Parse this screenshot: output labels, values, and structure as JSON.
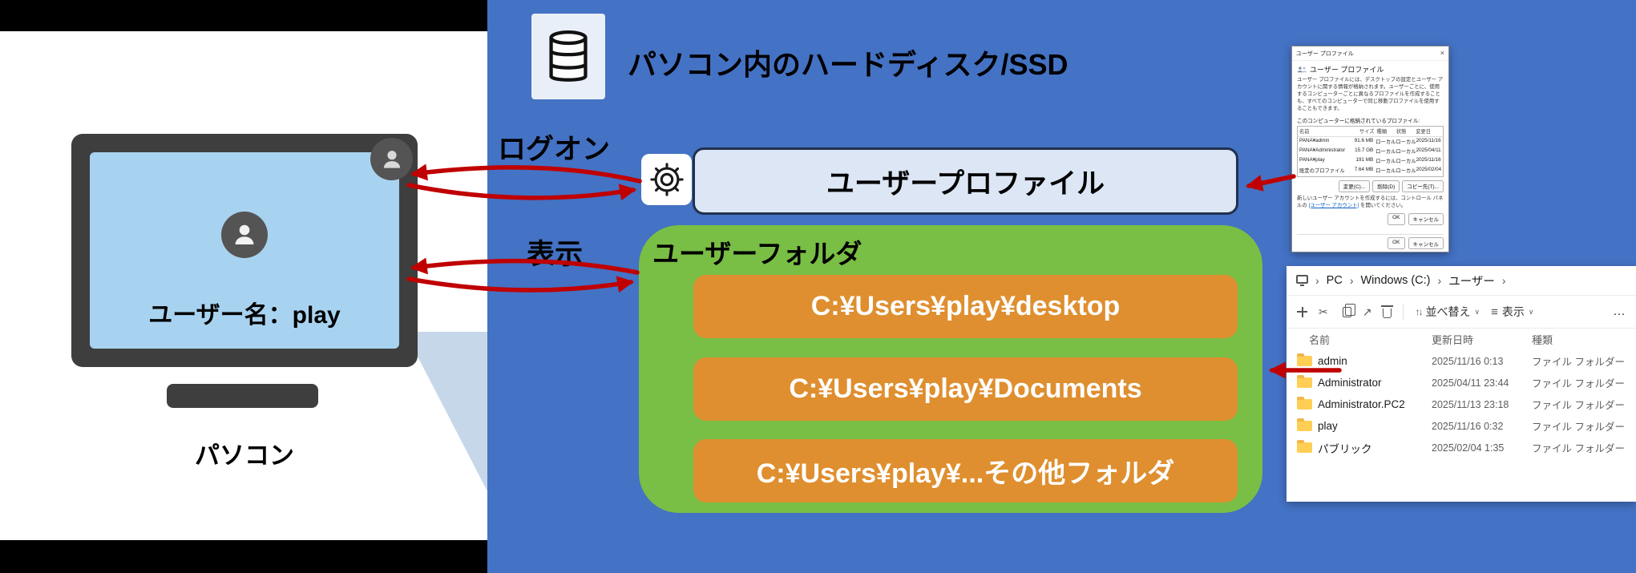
{
  "colors": {
    "panel_blue": "#4472C4",
    "green_box": "#79BE45",
    "orange_pill": "#DF8F2F",
    "arrow_red": "#C00000",
    "profile_box_fill": "#DCE6F5",
    "monitor_screen": "#A8D3F0"
  },
  "pc": {
    "label": "パソコン",
    "user_name": "ユーザー名：play"
  },
  "storage": {
    "title": "パソコン内のハードディスク/SSD",
    "logon_label": "ログオン",
    "display_label": "表示",
    "profile_box_label": "ユーザープロファイル",
    "user_folder_label": "ユーザーフォルダ",
    "folders": [
      "C:¥Users¥play¥desktop",
      "C:¥Users¥play¥Documents",
      "C:¥Users¥play¥...その他フォルダ"
    ]
  },
  "profiles_dialog": {
    "window_title": "ユーザー プロファイル",
    "close_glyph": "×",
    "heading": "ユーザー プロファイル",
    "description": "ユーザー プロファイルには、デスクトップの設定とユーザー アカウントに関する情報が格納されます。ユーザーごとに、使用するコンピューターごとに異なるプロファイルを作成することも、すべてのコンピューターで同じ移動プロファイルを使用することもできます。",
    "list_label": "このコンピューターに格納されているプロファイル:",
    "columns": [
      "名前",
      "サイズ",
      "種類",
      "状態",
      "変更日"
    ],
    "rows": [
      {
        "name": "PANA¥admin",
        "size": "91.6 MB",
        "type": "ローカル",
        "status": "ローカル",
        "modified": "2025/11/16"
      },
      {
        "name": "PANA¥Administrator",
        "size": "15.7 GB",
        "type": "ローカル",
        "status": "ローカル",
        "modified": "2025/04/11"
      },
      {
        "name": "PANA¥play",
        "size": "191 MB",
        "type": "ローカル",
        "status": "ローカル",
        "modified": "2025/11/16"
      },
      {
        "name": "既定のプロファイル",
        "size": "7.64 MB",
        "type": "ローカル",
        "status": "ローカル",
        "modified": "2025/02/04"
      }
    ],
    "action_buttons": [
      "変更(C)...",
      "削除(D)",
      "コピー先(T)..."
    ],
    "note_prefix": "新しいユーザー アカウントを作成するには、コントロール パネルの ",
    "note_link": "[ユーザー アカウント]",
    "note_suffix": " を開いてください。",
    "ok_label": "OK",
    "cancel_label": "キャンセル"
  },
  "explorer": {
    "breadcrumb": [
      "PC",
      "Windows (C:)",
      "ユーザー"
    ],
    "separator": "›",
    "toolbar": {
      "sort_label": "並べ替え",
      "view_label": "表示",
      "sort_glyph": "↑↓",
      "view_glyph": "≡",
      "chevron": "∨",
      "more_glyph": "…",
      "share_glyph": "↗",
      "cut_glyph": "✂"
    },
    "columns": [
      "名前",
      "更新日時",
      "種類"
    ],
    "rows": [
      {
        "name": "admin",
        "modified": "2025/11/16 0:13",
        "type": "ファイル フォルダー"
      },
      {
        "name": "Administrator",
        "modified": "2025/04/11 23:44",
        "type": "ファイル フォルダー"
      },
      {
        "name": "Administrator.PC2",
        "modified": "2025/11/13 23:18",
        "type": "ファイル フォルダー"
      },
      {
        "name": "play",
        "modified": "2025/11/16 0:32",
        "type": "ファイル フォルダー"
      },
      {
        "name": "パブリック",
        "modified": "2025/02/04 1:35",
        "type": "ファイル フォルダー"
      }
    ]
  }
}
